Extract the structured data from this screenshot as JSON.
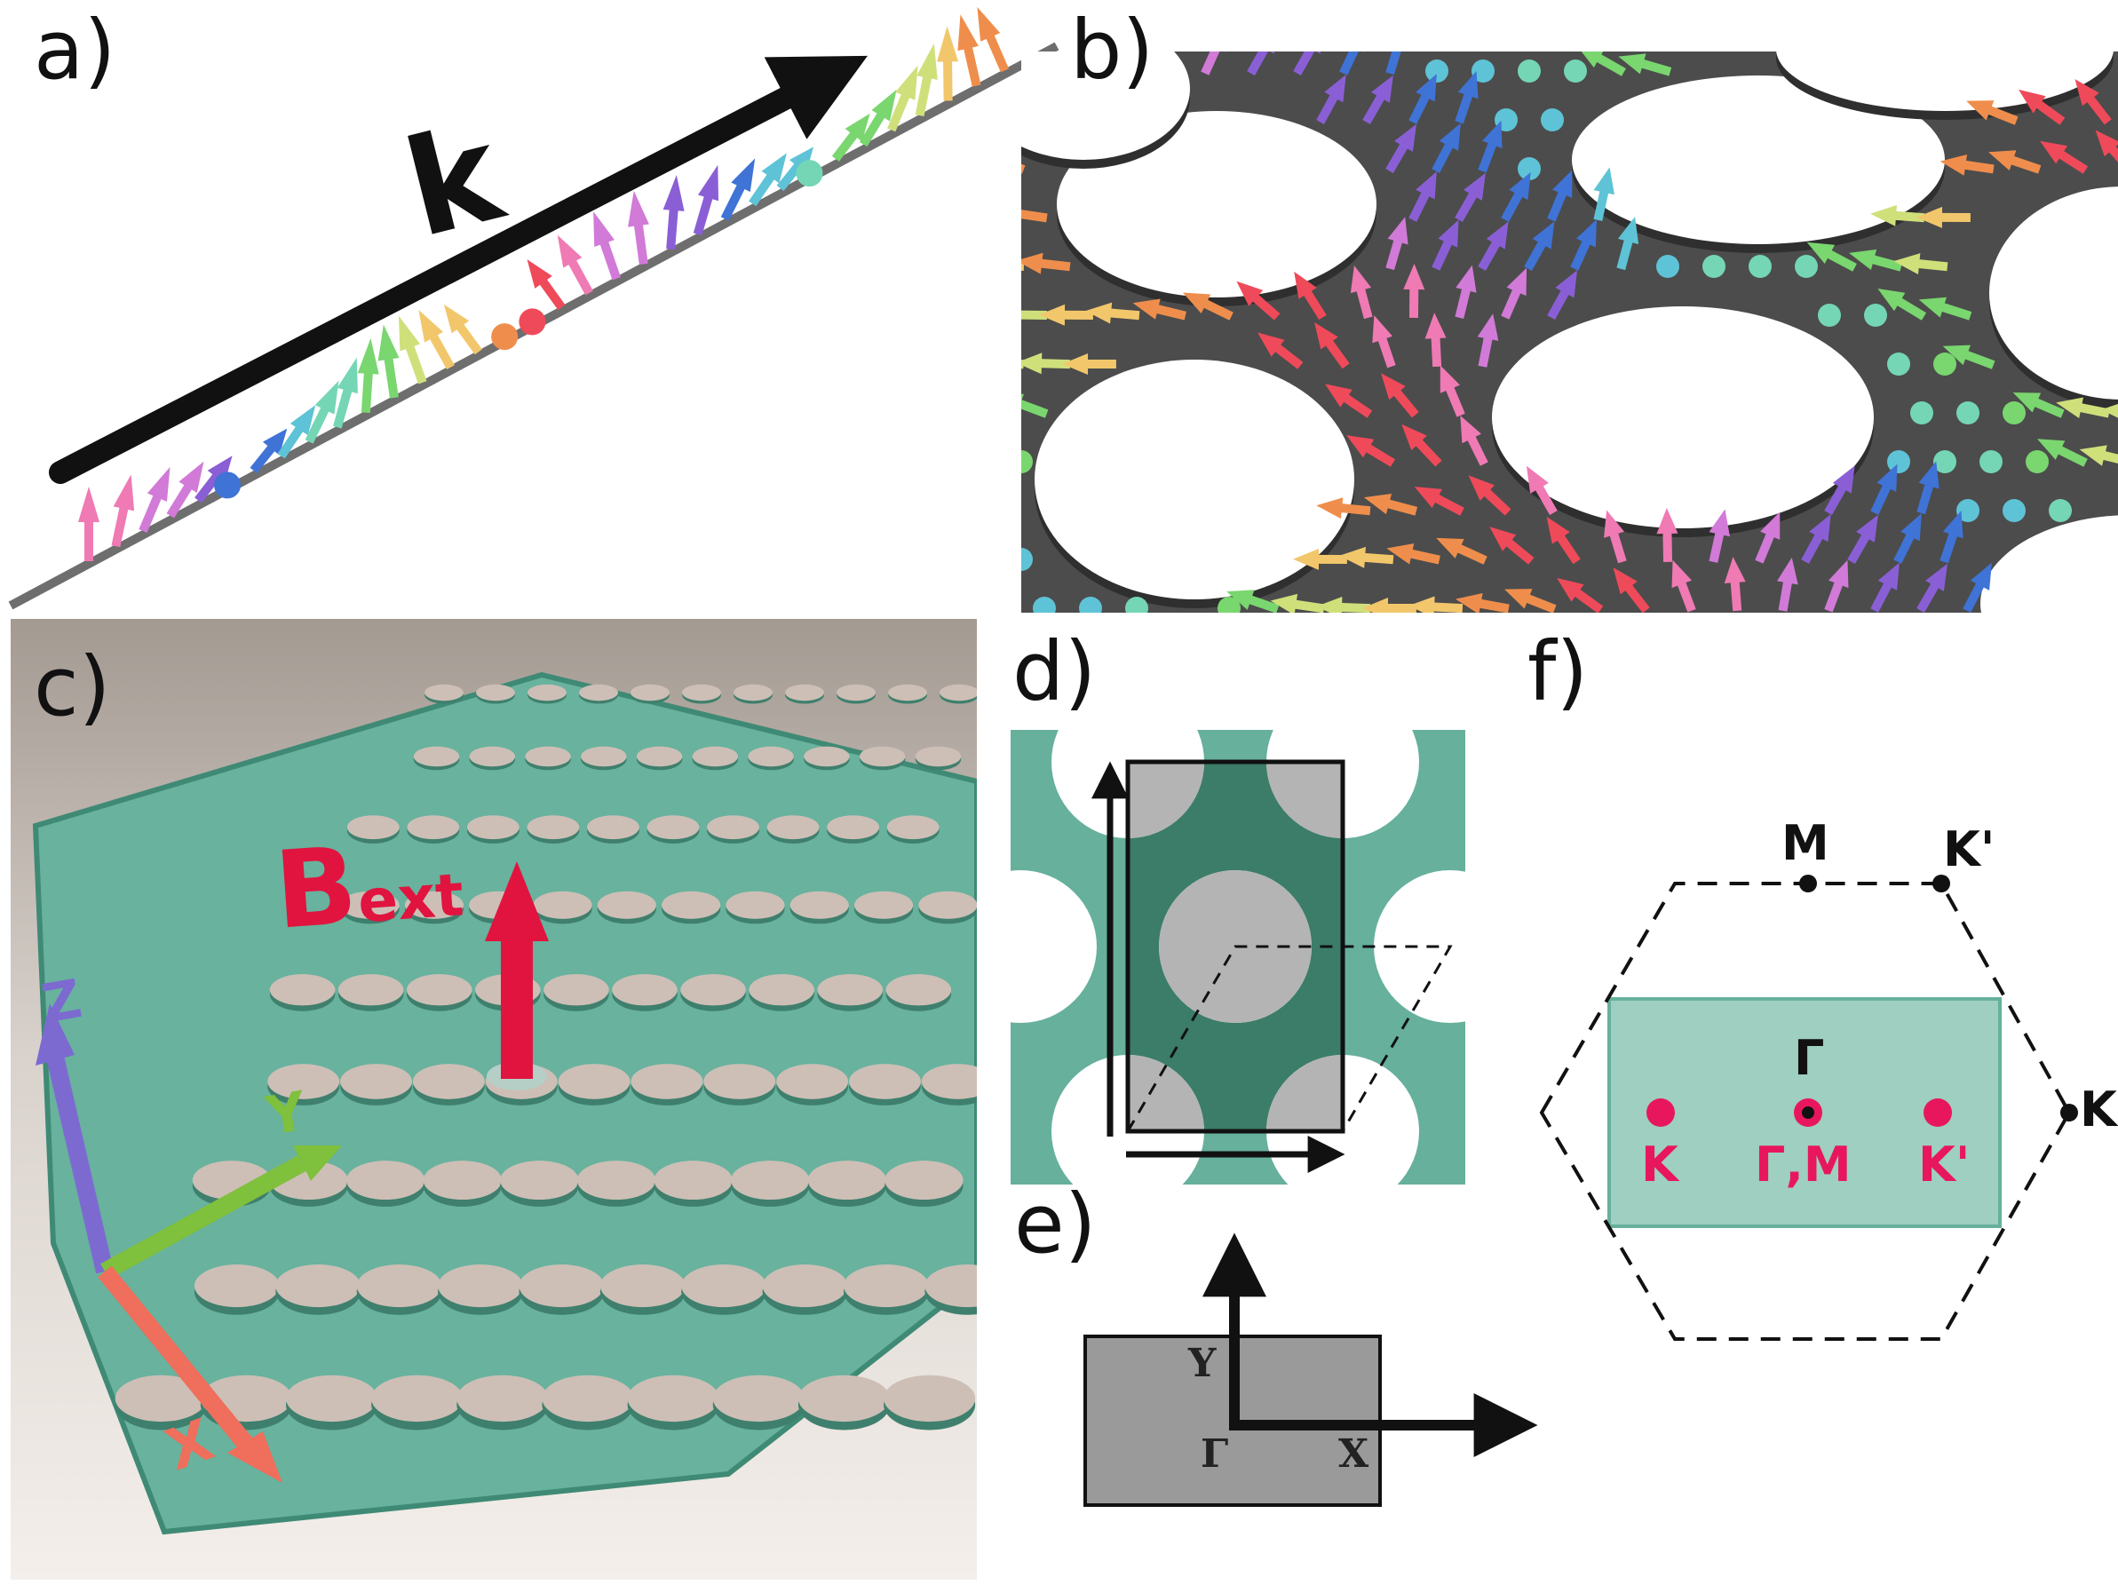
{
  "panels": {
    "a": {
      "label": "a)",
      "k_label": "k"
    },
    "b": {
      "label": "b)"
    },
    "c": {
      "label": "c)",
      "field_label_main": "B",
      "field_label_sub": "ext",
      "axes": {
        "x": "X",
        "y": "Y",
        "z": "Z"
      }
    },
    "d": {
      "label": "d)"
    },
    "e": {
      "label": "e)",
      "points": {
        "y": "Y",
        "gamma": "Γ",
        "x": "X"
      }
    },
    "f": {
      "label": "f)",
      "hex_points": {
        "m": "M",
        "k_prime": "K'",
        "k": "K"
      },
      "center_top": "Γ",
      "folded": {
        "left": "K",
        "center": "Γ,M",
        "right": "K'"
      }
    }
  },
  "colors": {
    "membrane_green": "#66b09c",
    "membrane_dark": "#3b7d69",
    "membrane_gray": "#4a4a4a",
    "highlight_red": "#e8175d",
    "spin_palette": [
      "#ef7ab4",
      "#d27ad8",
      "#8a5fd6",
      "#3f73d6",
      "#5ec3d6",
      "#74d6b4",
      "#7ad66f",
      "#cfe07a",
      "#f2c76c",
      "#ef8e4c",
      "#ef4a5a"
    ]
  }
}
